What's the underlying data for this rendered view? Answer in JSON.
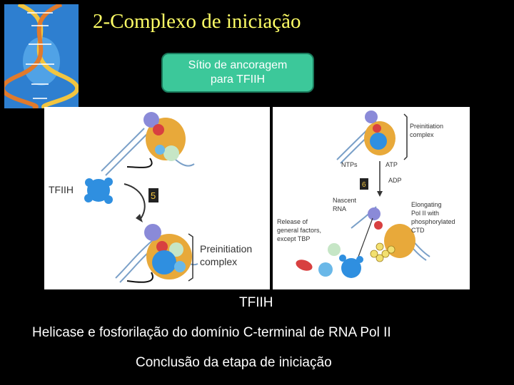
{
  "title": "2-Complexo de iniciação",
  "callout": [
    "Sítio de ancoragem",
    "para TFIIH"
  ],
  "panel_left": {
    "factor_label": "TFIIH",
    "step": "5",
    "complex_label": [
      "Preinitiation",
      "complex"
    ]
  },
  "panel_right": {
    "complex_label": [
      "Preinitiation",
      "complex"
    ],
    "ntps": "NTPs",
    "atp": "ATP",
    "adp": "ADP",
    "step": "6",
    "nascent": [
      "Nascent",
      "RNA"
    ],
    "release": [
      "Release of",
      "general factors,",
      "except TBP"
    ],
    "elongating": [
      "Elongating",
      "Pol II with",
      "phosphorylated",
      "CTD"
    ]
  },
  "caption_factor": "TFIIH",
  "caption_line1": "Helicase e fosforilação do domínio C-terminal de RNA Pol II",
  "caption_line2": "Conclusão da etapa de iniciação",
  "colors": {
    "title": "#ffff66",
    "callout": "#3cc89a",
    "pol_ii": "#e8a93a",
    "tfiih": "#2f8fe0"
  }
}
